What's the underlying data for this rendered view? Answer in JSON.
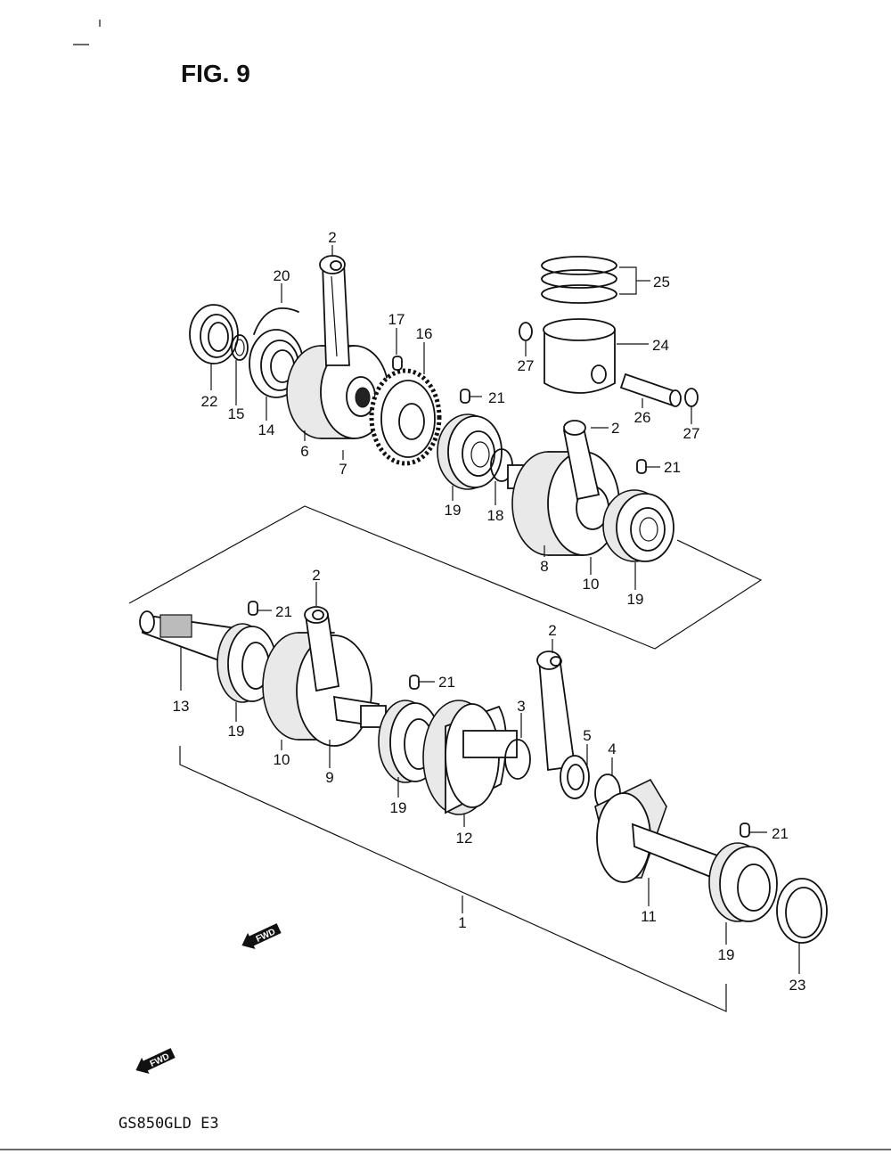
{
  "figure_title": "FIG. 9",
  "model_code": "GS850GLD  E3",
  "fwd_label": "FWD",
  "callouts": [
    {
      "id": "c-2a",
      "label": "2"
    },
    {
      "id": "c-20",
      "label": "20"
    },
    {
      "id": "c-17",
      "label": "17"
    },
    {
      "id": "c-16",
      "label": "16"
    },
    {
      "id": "c-22",
      "label": "22"
    },
    {
      "id": "c-15",
      "label": "15"
    },
    {
      "id": "c-14",
      "label": "14"
    },
    {
      "id": "c-6",
      "label": "6"
    },
    {
      "id": "c-7",
      "label": "7"
    },
    {
      "id": "c-21a",
      "label": "21"
    },
    {
      "id": "c-19a",
      "label": "19"
    },
    {
      "id": "c-18",
      "label": "18"
    },
    {
      "id": "c-25",
      "label": "25"
    },
    {
      "id": "c-24",
      "label": "24"
    },
    {
      "id": "c-27a",
      "label": "27"
    },
    {
      "id": "c-26",
      "label": "26"
    },
    {
      "id": "c-27b",
      "label": "27"
    },
    {
      "id": "c-2b",
      "label": "2"
    },
    {
      "id": "c-21b",
      "label": "21"
    },
    {
      "id": "c-8",
      "label": "8"
    },
    {
      "id": "c-10a",
      "label": "10"
    },
    {
      "id": "c-19b",
      "label": "19"
    },
    {
      "id": "c-2c",
      "label": "2"
    },
    {
      "id": "c-21c",
      "label": "21"
    },
    {
      "id": "c-13",
      "label": "13"
    },
    {
      "id": "c-19c",
      "label": "19"
    },
    {
      "id": "c-10b",
      "label": "10"
    },
    {
      "id": "c-9",
      "label": "9"
    },
    {
      "id": "c-21d",
      "label": "21"
    },
    {
      "id": "c-2d",
      "label": "2"
    },
    {
      "id": "c-3",
      "label": "3"
    },
    {
      "id": "c-5",
      "label": "5"
    },
    {
      "id": "c-4",
      "label": "4"
    },
    {
      "id": "c-19d",
      "label": "19"
    },
    {
      "id": "c-12",
      "label": "12"
    },
    {
      "id": "c-21e",
      "label": "21"
    },
    {
      "id": "c-11",
      "label": "11"
    },
    {
      "id": "c-1",
      "label": "1"
    },
    {
      "id": "c-19e",
      "label": "19"
    },
    {
      "id": "c-23",
      "label": "23"
    }
  ]
}
